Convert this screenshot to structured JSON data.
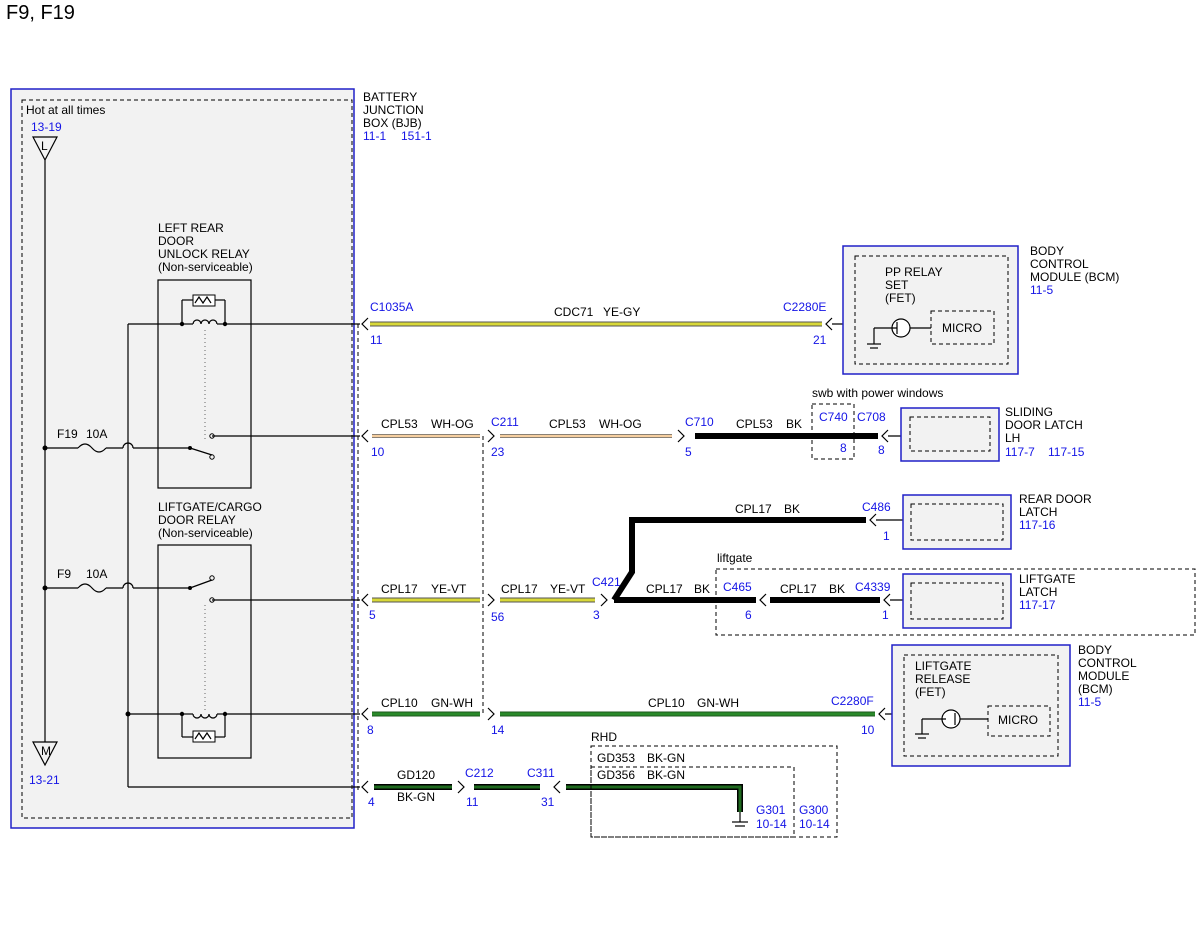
{
  "title": "F9, F19",
  "bjb": {
    "name_lines": [
      "BATTERY",
      "JUNCTION",
      "BOX (BJB)"
    ],
    "refs": [
      "11-1",
      "151-1"
    ],
    "hot_label": "Hot at all times",
    "top_ref": "13-19",
    "top_letter": "L",
    "bottom_ref": "13-21",
    "bottom_letter": "M"
  },
  "relay_left_rear": [
    "LEFT REAR",
    "DOOR",
    "UNLOCK RELAY",
    "(Non-serviceable)"
  ],
  "relay_liftgate": [
    "LIFTGATE/CARGO",
    "DOOR RELAY",
    "(Non-serviceable)"
  ],
  "fuse_f19": {
    "name": "F19",
    "rating": "10A"
  },
  "fuse_f9": {
    "name": "F9",
    "rating": "10A"
  },
  "bcm_top": {
    "name_lines": [
      "BODY",
      "CONTROL",
      "MODULE (BCM)"
    ],
    "ref": "11-5",
    "inner_lines": [
      "PP RELAY",
      "SET",
      "(FET)"
    ],
    "micro": "MICRO"
  },
  "bcm_bottom": {
    "name_lines": [
      "BODY",
      "CONTROL",
      "MODULE",
      "(BCM)"
    ],
    "ref": "11-5",
    "inner_lines": [
      "LIFTGATE",
      "RELEASE",
      "(FET)"
    ],
    "micro": "MICRO"
  },
  "sliding_latch": {
    "name_lines": [
      "SLIDING",
      "DOOR LATCH",
      "LH"
    ],
    "refs": [
      "117-7",
      "117-15"
    ]
  },
  "rear_door_latch": {
    "name_lines": [
      "REAR DOOR",
      "LATCH"
    ],
    "ref": "117-16"
  },
  "liftgate_latch": {
    "name_lines": [
      "LIFTGATE",
      "LATCH"
    ],
    "ref": "117-17"
  },
  "zones": {
    "swb": "swb with power windows",
    "liftgate": "liftgate",
    "rhd": "RHD"
  },
  "connectors": {
    "c1035a": "C1035A",
    "c2280e": "C2280E",
    "c211": "C211",
    "c710": "C710",
    "c740": "C740",
    "c708": "C708",
    "c486": "C486",
    "c421": "C421",
    "c465": "C465",
    "c4339": "C4339",
    "c2280f": "C2280F",
    "c212": "C212",
    "c311": "C311",
    "g301": "G301",
    "g300": "G300"
  },
  "pins": {
    "p11a": "11",
    "p21": "21",
    "p10a": "10",
    "p23": "23",
    "p5a": "5",
    "p8a": "8",
    "p8b": "8",
    "p1a": "1",
    "p5b": "5",
    "p56": "56",
    "p3": "3",
    "p6": "6",
    "p1b": "1",
    "p8c": "8",
    "p14": "14",
    "p10b": "10",
    "p4": "4",
    "p11b": "11",
    "p31": "31"
  },
  "ground_refs": {
    "g301": "10-14",
    "g300": "10-14"
  },
  "circuits": {
    "cdc71": {
      "circuit": "CDC71",
      "color": "YE-GY"
    },
    "cpl53_a": {
      "circuit": "CPL53",
      "color": "WH-OG"
    },
    "cpl53_b": {
      "circuit": "CPL53",
      "color": "WH-OG"
    },
    "cpl53_c": {
      "circuit": "CPL53",
      "color": "BK"
    },
    "cpl17_top": {
      "circuit": "CPL17",
      "color": "BK"
    },
    "cpl17_a": {
      "circuit": "CPL17",
      "color": "YE-VT"
    },
    "cpl17_b": {
      "circuit": "CPL17",
      "color": "YE-VT"
    },
    "cpl17_c": {
      "circuit": "CPL17",
      "color": "BK"
    },
    "cpl17_d": {
      "circuit": "CPL17",
      "color": "BK"
    },
    "cpl10_a": {
      "circuit": "CPL10",
      "color": "GN-WH"
    },
    "cpl10_b": {
      "circuit": "CPL10",
      "color": "GN-WH"
    },
    "gd120": {
      "circuit": "GD120",
      "color": "BK-GN"
    },
    "gd353": {
      "circuit": "GD353",
      "color": "BK-GN"
    },
    "gd356": {
      "circuit": "GD356",
      "color": "BK-GN"
    }
  },
  "wire_colors": {
    "ye_gy": "#d8d838",
    "wh_og": "#f0b070",
    "ye_vt": "#d8d838",
    "gn_wh": "#2a8a2a",
    "bk": "#000000",
    "bk_gn": "#1f6a1f",
    "blue_outline": "#2020c8",
    "blue_text": "#1414e6"
  }
}
